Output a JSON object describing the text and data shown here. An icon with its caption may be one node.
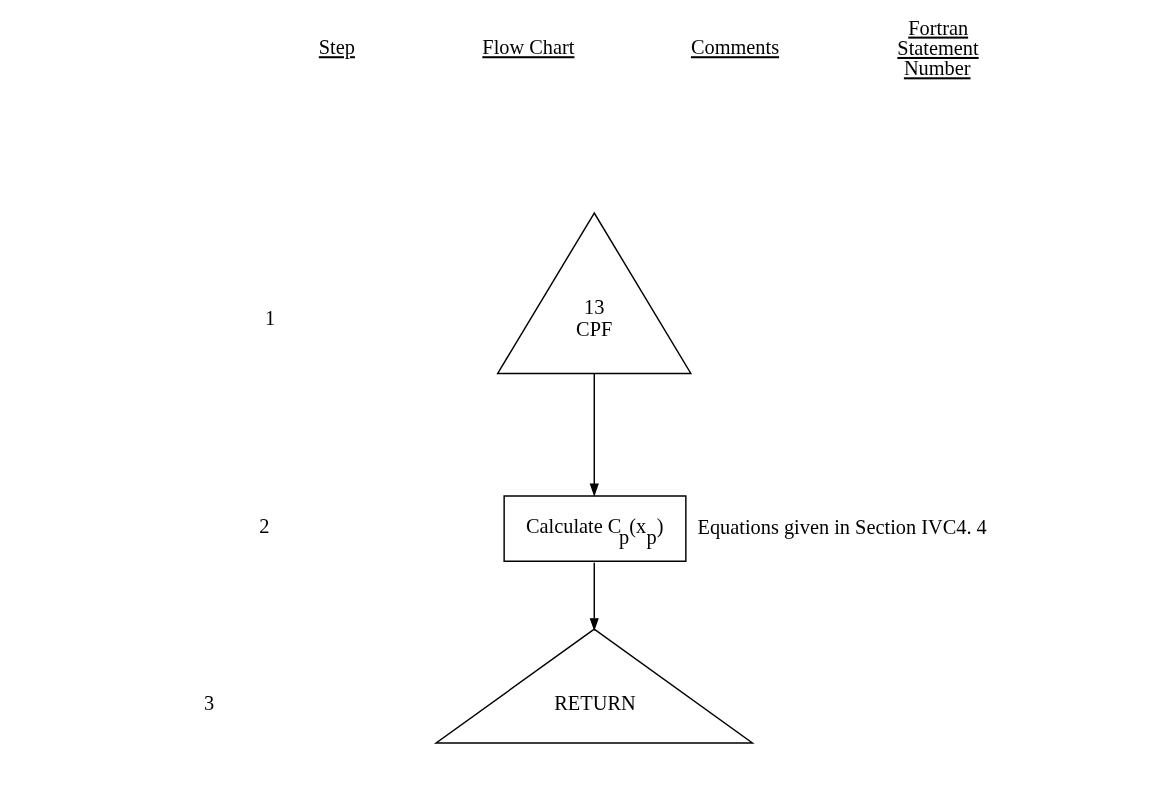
{
  "diagram": {
    "nodes": [
      {
        "text": [
          "13",
          "CPF"
        ]
      },
      {
        "text": [
          "Calculate C$_{p}$(x$_{p}$)"
        ],
        "beside": [
          "Equations given in Section IVC4. 4"
        ]
      },
      {
        "text": [
          "RETURN"
        ]
      }
    ],
    "edges": [
      {
        "from": 0,
        "to": 1,
        "arrow": "to"
      },
      {
        "from": 1,
        "to": 2,
        "arrow": "to"
      }
    ],
    "labels": [
      "Step",
      "Flow Chart",
      "Comments",
      "Fortran Statement Number",
      "1",
      "2",
      "3"
    ]
  }
}
